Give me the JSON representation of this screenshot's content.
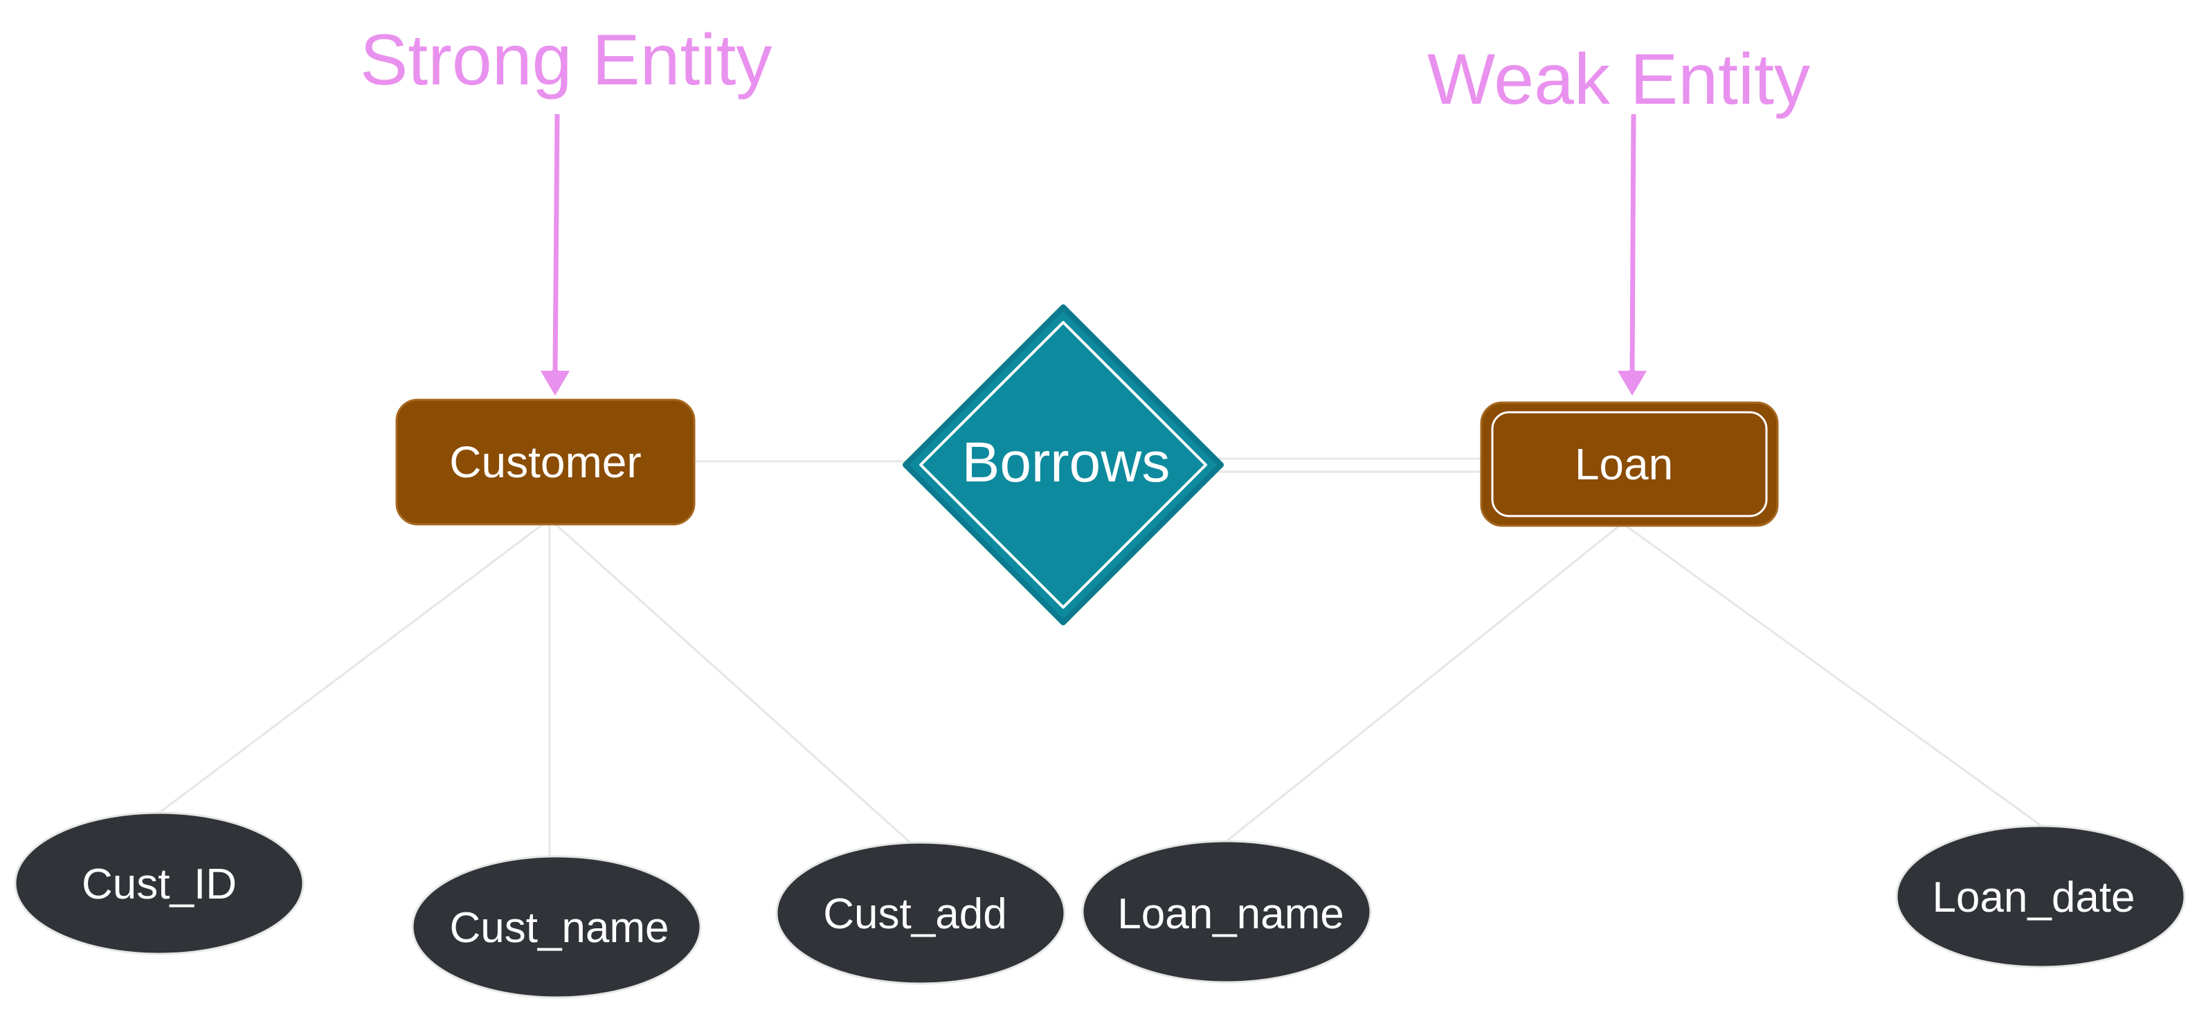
{
  "annotations": {
    "strong_entity": "Strong Entity",
    "weak_entity": "Weak Entity"
  },
  "entities": {
    "customer": {
      "label": "Customer",
      "kind": "strong"
    },
    "loan": {
      "label": "Loan",
      "kind": "weak"
    }
  },
  "relationship": {
    "label": "Borrows",
    "kind": "identifying"
  },
  "attributes": {
    "cust_id": "Cust_ID",
    "cust_name": "Cust_name",
    "cust_add": "Cust_add",
    "loan_name": "Loan_name",
    "loan_date": "Loan_date"
  },
  "colors": {
    "annotation": "#e991ee",
    "entity_fill": "#8b4c04",
    "relationship_fill": "#0e8a9e",
    "attribute_fill": "#303337",
    "connector": "#e6e6e6",
    "label_text": "#ffffff"
  }
}
